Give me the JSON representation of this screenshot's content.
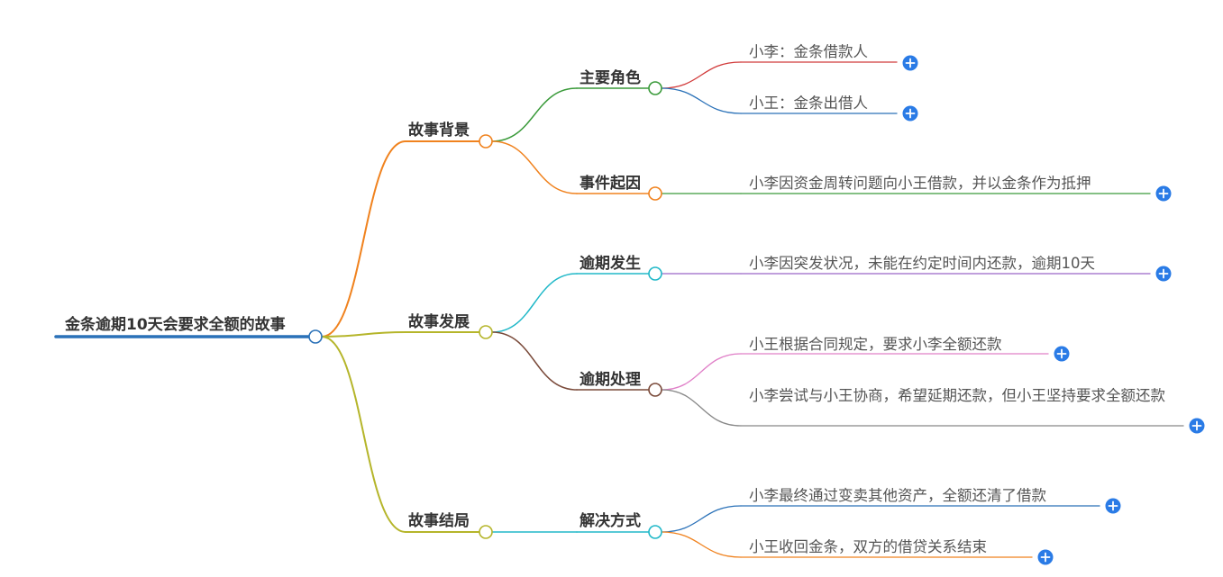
{
  "root": {
    "label": "金条逾期10天会要求全额的故事",
    "color": "#2a71b8"
  },
  "branches": [
    {
      "label": "故事背景",
      "color": "#f0821e",
      "children": [
        {
          "label": "主要角色",
          "color": "#3a9a3a",
          "leaves": [
            {
              "label": "小李：金条借款人",
              "color": "#d13a3a"
            },
            {
              "label": "小王：金条出借人",
              "color": "#2a71b8"
            }
          ]
        },
        {
          "label": "事件起因",
          "color": "#f0821e",
          "leaves": [
            {
              "label": "小李因资金周转问题向小王借款，并以金条作为抵押",
              "color": "#3a9a3a"
            }
          ]
        }
      ]
    },
    {
      "label": "故事发展",
      "color": "#b5b52a",
      "children": [
        {
          "label": "逾期发生",
          "color": "#20b8c8",
          "leaves": [
            {
              "label": "小李因突发状况，未能在约定时间内还款，逾期10天",
              "color": "#9a66c8"
            }
          ]
        },
        {
          "label": "逾期处理",
          "color": "#7a4a3a",
          "leaves": [
            {
              "label": "小王根据合同规定，要求小李全额还款",
              "color": "#e080c8"
            },
            {
              "label": "小李尝试与小王协商，希望延期还款，但小王坚持要求全额还款",
              "color": "#888888"
            }
          ]
        }
      ]
    },
    {
      "label": "故事结局",
      "color": "#b5b52a",
      "children": [
        {
          "label": "解决方式",
          "color": "#20b8c8",
          "leaves": [
            {
              "label": "小李最终通过变卖其他资产，全额还清了借款",
              "color": "#2a71b8"
            },
            {
              "label": "小王收回金条，双方的借贷关系结束",
              "color": "#f0821e"
            }
          ]
        }
      ]
    }
  ],
  "colors": {
    "plus_button": "#2a7be6",
    "text": "#333333",
    "leaf_text": "#555555"
  },
  "icons": {
    "expand": "plus-circle-icon"
  }
}
